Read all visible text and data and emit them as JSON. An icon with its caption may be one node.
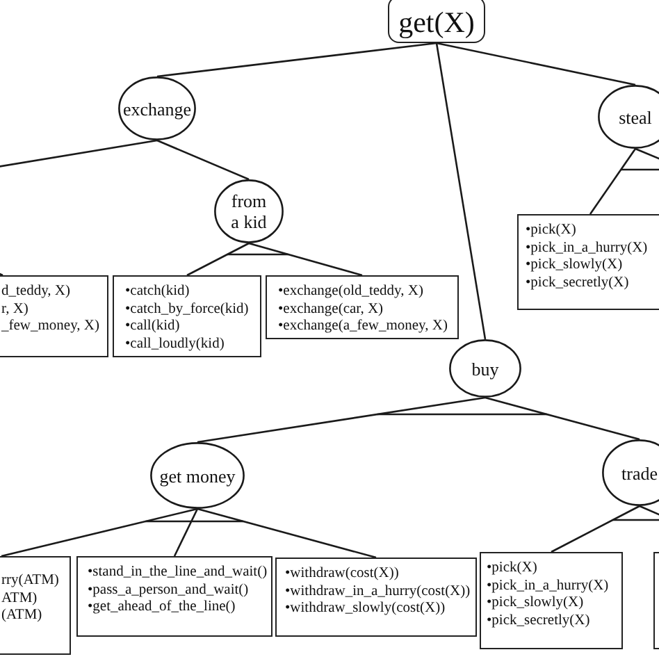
{
  "diagram": {
    "nodes": [
      {
        "text": [
          "get(X)"
        ]
      },
      {
        "text": [
          "exchange"
        ]
      },
      {
        "text": [
          "steal"
        ]
      },
      {
        "text": [
          "from a kid"
        ]
      },
      {
        "text": [
          "•pick(X)",
          "•pick_in_a_hurry(X)",
          "•pick_slowly(X)",
          "•pick_secretly(X)"
        ]
      },
      {
        "text": [
          "d_teddy, X)",
          "r, X)",
          "_few_money, X)"
        ]
      },
      {
        "text": [
          "•catch(kid)",
          "•catch_by_force(kid)",
          "•call(kid)",
          "•call_loudly(kid)"
        ]
      },
      {
        "text": [
          "•exchange(old_teddy, X)",
          "•exchange(car, X)",
          "•exchange(a_few_money, X)"
        ]
      },
      {
        "text": [
          "buy"
        ]
      },
      {
        "text": [
          "get money"
        ]
      },
      {
        "text": [
          "trade"
        ]
      },
      {
        "text": [
          "rry(ATM)",
          "ATM)",
          "(ATM)"
        ]
      },
      {
        "text": [
          "•stand_in_the_line_and_wait()",
          "•pass_a_person_and_wait()",
          "•get_ahead_of_the_line()"
        ]
      },
      {
        "text": [
          "•withdraw(cost(X))",
          "•withdraw_in_a_hurry(cost(X))",
          "•withdraw_slowly(cost(X))"
        ]
      },
      {
        "text": [
          "•pick(X)",
          "•pick_in_a_hurry(X)",
          "•pick_slowly(X)",
          "•pick_secretly(X)"
        ]
      },
      {
        "text": [],
        "shape": "box"
      }
    ],
    "edges": [
      {
        "from": 0,
        "to": 1,
        "arrow": "none"
      },
      {
        "from": 0,
        "to": 8,
        "arrow": "none"
      },
      {
        "from": 0,
        "to": 2,
        "arrow": "none"
      },
      {
        "from": 1,
        "to": null,
        "arrow": "none"
      },
      {
        "from": 1,
        "to": 3,
        "arrow": "none"
      },
      {
        "from": null,
        "to": 5,
        "arrow": "none"
      },
      {
        "from": 3,
        "to": 6,
        "arrow": "none"
      },
      {
        "from": 3,
        "to": 7,
        "arrow": "none"
      },
      {
        "from": 2,
        "to": 4,
        "arrow": "none"
      },
      {
        "from": 2,
        "to": null,
        "arrow": "none"
      },
      {
        "from": 8,
        "to": 9,
        "arrow": "none"
      },
      {
        "from": 8,
        "to": 10,
        "arrow": "none"
      },
      {
        "from": 9,
        "to": 11,
        "arrow": "none"
      },
      {
        "from": 9,
        "to": 12,
        "arrow": "none"
      },
      {
        "from": 9,
        "to": 13,
        "arrow": "none"
      },
      {
        "from": 10,
        "to": 14,
        "arrow": "none"
      },
      {
        "from": 10,
        "to": null,
        "arrow": "none"
      }
    ]
  }
}
